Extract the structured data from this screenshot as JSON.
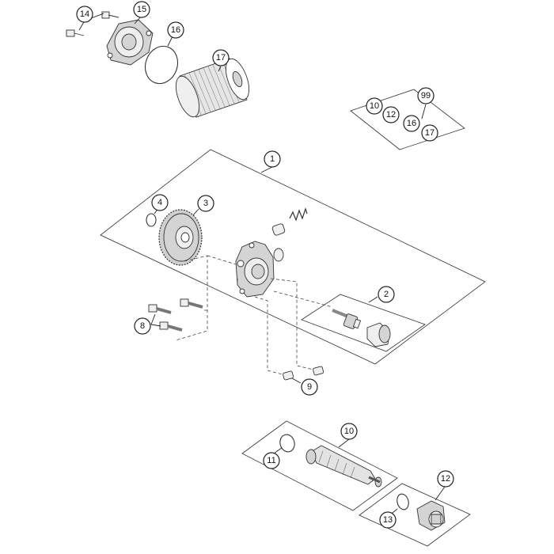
{
  "callouts": {
    "c1": "1",
    "c2": "2",
    "c3": "3",
    "c4": "4",
    "c8": "8",
    "c9": "9",
    "c10": "10",
    "c11": "11",
    "c12": "12",
    "c13": "13",
    "c14": "14",
    "c15": "15",
    "c16": "16",
    "c17": "17",
    "c99": "99",
    "kit_10": "10",
    "kit_12": "12",
    "kit_16": "16",
    "kit_17": "17"
  }
}
